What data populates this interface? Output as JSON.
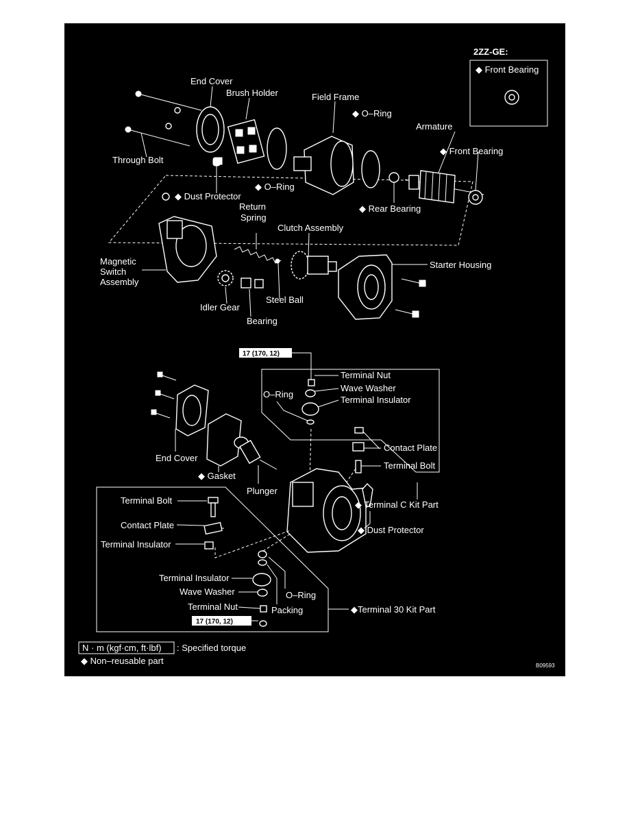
{
  "variant_box": {
    "title": "2ZZ-GE:",
    "item": "◆ Front Bearing"
  },
  "labels": {
    "end_cover_top": "End Cover",
    "brush_holder": "Brush Holder",
    "field_frame": "Field Frame",
    "o_ring_1": "◆ O–Ring",
    "armature": "Armature",
    "front_bearing": "◆ Front Bearing",
    "through_bolt": "Through Bolt",
    "o_ring_2": "◆ O–Ring",
    "dust_protector_top": "◆ Dust Protector",
    "rear_bearing": "◆ Rear Bearing",
    "return_spring_1": "Return",
    "return_spring_2": "Spring",
    "clutch_assembly": "Clutch Assembly",
    "magnetic_switch_1": "Magnetic",
    "magnetic_switch_2": "Switch",
    "magnetic_switch_3": "Assembly",
    "starter_housing": "Starter Housing",
    "idler_gear": "Idler Gear",
    "steel_ball": "Steel Ball",
    "bearing": "Bearing",
    "torque_top": "17 (170, 12)",
    "terminal_nut_top": "Terminal Nut",
    "wave_washer_top": "Wave Washer",
    "o_ring_c": "O–Ring",
    "terminal_insulator_top": "Terminal Insulator",
    "contact_plate_top": "Contact Plate",
    "terminal_bolt_top": "Terminal Bolt",
    "end_cover_bottom": "End Cover",
    "gasket": "◆ Gasket",
    "plunger": "Plunger",
    "terminal_c_kit": "◆ Terminal C Kit Part",
    "dust_protector_bottom": "◆ Dust Protector",
    "terminal_bolt_left": "Terminal Bolt",
    "contact_plate_left": "Contact Plate",
    "terminal_insulator_left": "Terminal Insulator",
    "terminal_insulator_30": "Terminal Insulator",
    "wave_washer_30": "Wave Washer",
    "terminal_nut_30": "Terminal Nut",
    "o_ring_30": "O–Ring",
    "packing": "Packing",
    "torque_bottom": "17 (170, 12)",
    "terminal_30_kit": "◆Terminal 30 Kit Part"
  },
  "legend": {
    "torque_unit": "N · m (kgf·cm, ft·lbf)",
    "torque_text": ": Specified torque",
    "non_reusable": "◆ Non–reusable part"
  },
  "figure_code": "B09593"
}
